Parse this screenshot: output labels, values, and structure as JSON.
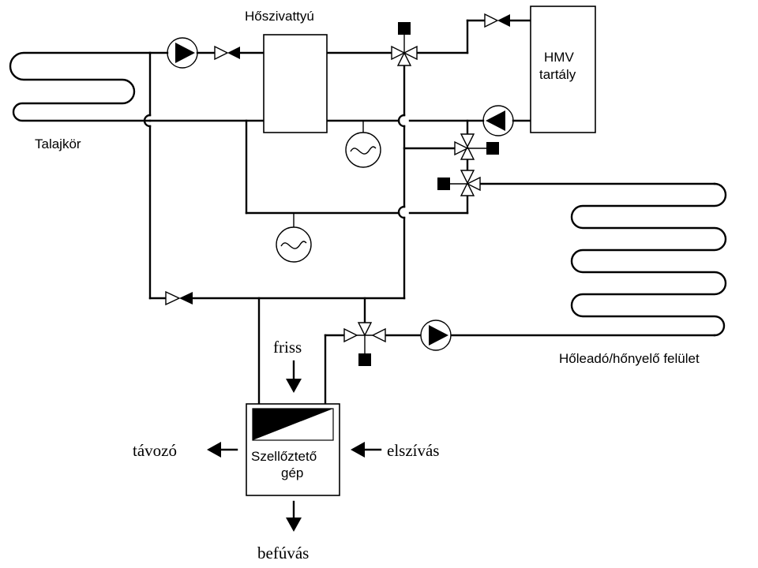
{
  "labels": {
    "heat_pump": "Hőszivattyú",
    "hmv_line1": "HMV",
    "hmv_line2": "tartály",
    "ground_loop": "Talajkör",
    "emitter_surface": "Hőleadó/hőnyelő felület",
    "fresh_air": "friss",
    "exhaust_air": "távozó",
    "extract_air": "elszívás",
    "vent_unit_line1": "Szellőztető",
    "vent_unit_line2": "gép",
    "supply_air": "befúvás"
  }
}
